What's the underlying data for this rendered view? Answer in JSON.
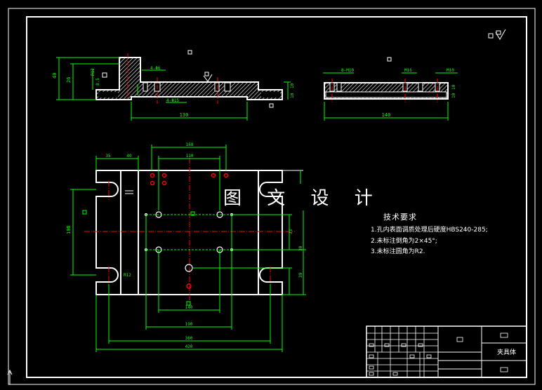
{
  "watermark": "图 文 设 计",
  "tech_requirements": {
    "title": "技术要求",
    "items": [
      "1.孔内表面调质处理后硬度HBS240-285;",
      "2.未标注倒角为2×45°;",
      "3.未标注圆角为R2."
    ]
  },
  "title_block": {
    "part_name": "夹具体"
  },
  "dimensions": {
    "front_view": {
      "width": "130",
      "height_outer": "49",
      "height_inner": "26",
      "hole_top": "4-Φ6",
      "hole_bottom": "4-Φ15",
      "small_a": "10",
      "small_b": "10",
      "left_a": "R12",
      "left_b": "8.5"
    },
    "side_view": {
      "width": "140",
      "hole_left": "8-M10",
      "hole_mid": "M16",
      "hole_right": "M10",
      "height_a": "10",
      "height_b": "10"
    },
    "plan_view": {
      "top_a": "35",
      "top_b": "40",
      "top_c": "168",
      "top_d": "110",
      "left_height": "198",
      "right_a": "33",
      "right_b": "30",
      "right_c": "39",
      "bottom_a": "140",
      "bottom_b": "190",
      "bottom_c": "360",
      "bottom_d": "420",
      "radius": "R12"
    }
  },
  "colors": {
    "background": "#000000",
    "outline": "#ffffff",
    "dimension": "#00ff00",
    "centerline": "#ff0000",
    "hatch": "#ffffff"
  }
}
